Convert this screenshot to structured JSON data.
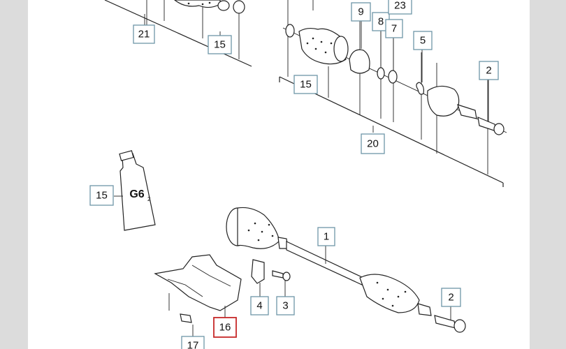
{
  "diagram": {
    "callouts": [
      {
        "id": "c21",
        "label": "21",
        "highlight": false
      },
      {
        "id": "c15a",
        "label": "15",
        "highlight": false
      },
      {
        "id": "c9",
        "label": "9",
        "highlight": false
      },
      {
        "id": "c8",
        "label": "8",
        "highlight": false
      },
      {
        "id": "c23",
        "label": "23",
        "highlight": false
      },
      {
        "id": "c7",
        "label": "7",
        "highlight": false
      },
      {
        "id": "c5",
        "label": "5",
        "highlight": false
      },
      {
        "id": "c2a",
        "label": "2",
        "highlight": false
      },
      {
        "id": "c15b",
        "label": "15",
        "highlight": false
      },
      {
        "id": "c20",
        "label": "20",
        "highlight": false
      },
      {
        "id": "c15c",
        "label": "15",
        "highlight": false
      },
      {
        "id": "c1",
        "label": "1",
        "highlight": false
      },
      {
        "id": "c4",
        "label": "4",
        "highlight": false
      },
      {
        "id": "c3",
        "label": "3",
        "highlight": false
      },
      {
        "id": "c2b",
        "label": "2",
        "highlight": false
      },
      {
        "id": "c16",
        "label": "16",
        "highlight": true
      },
      {
        "id": "c17",
        "label": "17",
        "highlight": false
      }
    ],
    "grease_tube_label": "G6",
    "grease_tube_subscript": "2",
    "colors": {
      "callout_border": "#6e96a8",
      "highlight_border": "#c62828",
      "line": "#222222"
    }
  }
}
